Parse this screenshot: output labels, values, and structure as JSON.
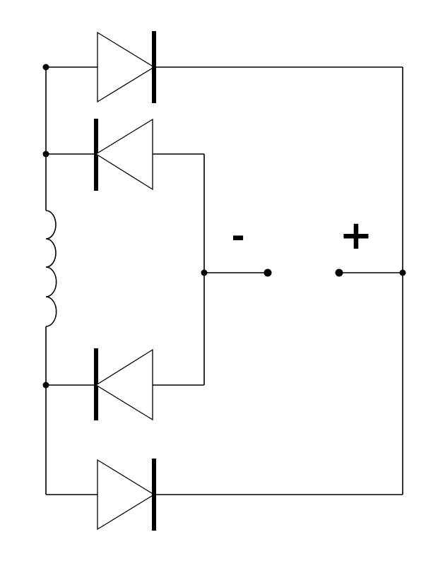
{
  "diagram": {
    "type": "circuit-schematic",
    "labels": {
      "negative_terminal": "-",
      "positive_terminal": "+"
    },
    "colors": {
      "stroke": "#000000",
      "background": "#ffffff"
    },
    "components": {
      "inductor": "inductor-coil-icon",
      "diodes": [
        {
          "name": "diode-top-forward",
          "direction": "right"
        },
        {
          "name": "diode-upper-reverse",
          "direction": "left"
        },
        {
          "name": "diode-lower-reverse",
          "direction": "left"
        },
        {
          "name": "diode-bottom-forward",
          "direction": "right"
        }
      ]
    }
  }
}
